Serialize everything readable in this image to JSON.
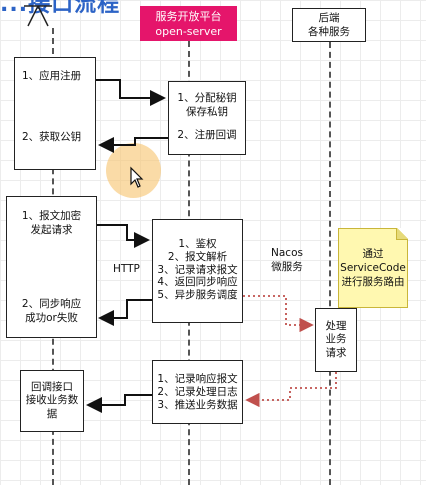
{
  "title": "...接口流程",
  "lanes": {
    "server": {
      "line1": "服务开放平台",
      "line2": "open-server",
      "color": "#e5156b"
    },
    "backend": {
      "line1": "后端",
      "line2": "各种服务"
    }
  },
  "client": {
    "register": "1、应用注册",
    "get_pubkey": "2、获取公钥",
    "encrypt_request": [
      "1、报文加密",
      "发起请求"
    ],
    "sync_response": [
      "2、同步响应",
      "成功or失败"
    ],
    "callback": [
      "回调接口",
      "接收业务数据"
    ]
  },
  "server": {
    "assign_keys": [
      "1、分配秘钥",
      "保存私钥"
    ],
    "register_callback": "2、注册回调",
    "process_steps": [
      "1、鉴权",
      "2、报文解析",
      "3、记录请求报文",
      "4、返回同步响应",
      "5、异步服务调度"
    ],
    "response_steps": [
      "1、记录响应报文",
      "2、记录处理日志",
      "3、推送业务数据"
    ]
  },
  "backend": {
    "process": [
      "处理",
      "业务",
      "请求"
    ]
  },
  "labels": {
    "http": "HTTP",
    "nacos": [
      "Nacos",
      "微服务"
    ]
  },
  "note": [
    "通过",
    "ServiceCode",
    "进行服务路由"
  ],
  "colors": {
    "arrow": "#111111",
    "dotted": "#c0504d",
    "note_bg": "#fff8b0"
  }
}
